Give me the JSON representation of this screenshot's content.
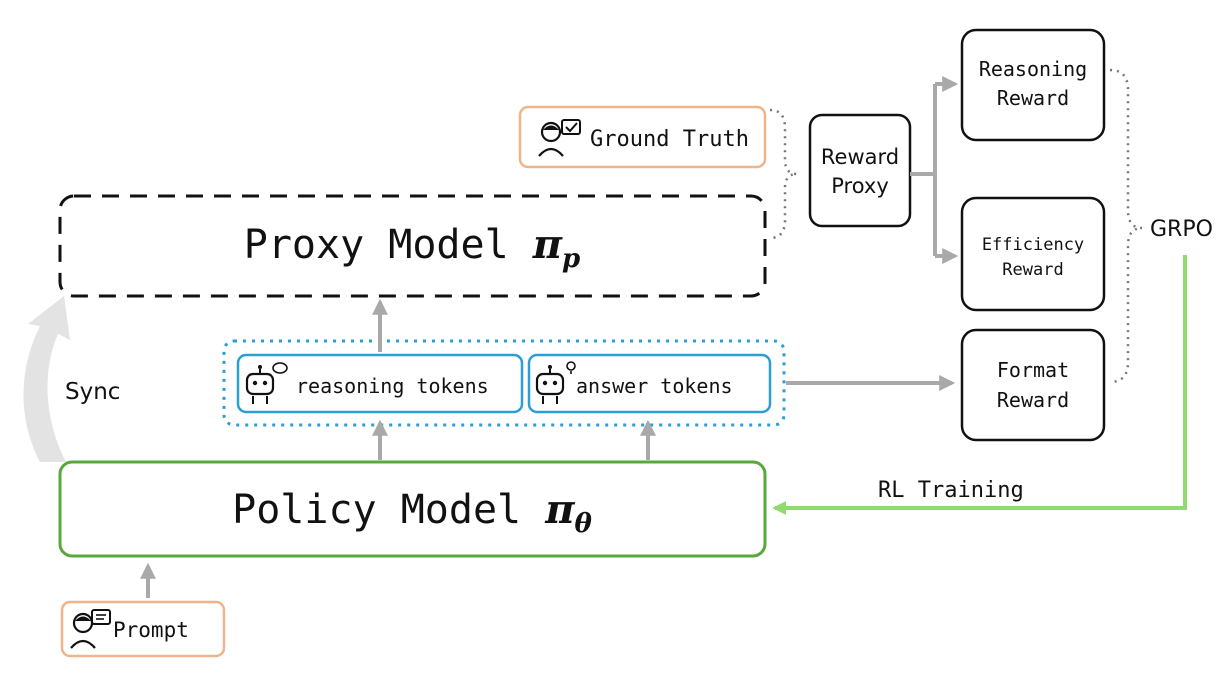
{
  "nodes": {
    "ground_truth": {
      "label": "Ground Truth"
    },
    "proxy_model": {
      "label": "Proxy Model ",
      "symbol": "π",
      "subscript": "p"
    },
    "reward_proxy": {
      "line1": "Reward",
      "line2": "Proxy"
    },
    "reasoning_reward": {
      "line1": "Reasoning",
      "line2": "Reward"
    },
    "efficiency_reward": {
      "line1": "Efficiency",
      "line2": "Reward"
    },
    "format_reward": {
      "line1": "Format",
      "line2": "Reward"
    },
    "grpo": {
      "label": "GRPO"
    },
    "reasoning_tokens": {
      "label": "reasoning tokens"
    },
    "answer_tokens": {
      "label": "answer tokens"
    },
    "sync": {
      "label": "Sync"
    },
    "policy_model": {
      "label": "Policy Model ",
      "symbol": "π",
      "subscript": "θ"
    },
    "rl_training": {
      "label": "RL Training"
    },
    "prompt": {
      "label": "Prompt"
    }
  },
  "icons": [
    "user-check-icon",
    "robot-thinking-icon",
    "robot-idea-icon",
    "user-chat-icon"
  ],
  "colors": {
    "orange_border": "#f0b48c",
    "green_border": "#5aa83c",
    "blue_border": "#2a9fd6",
    "green_arrow": "#8fdb6f",
    "gray_arrow": "#a9a9a9",
    "sync_arrow": "#e3e3e3"
  }
}
